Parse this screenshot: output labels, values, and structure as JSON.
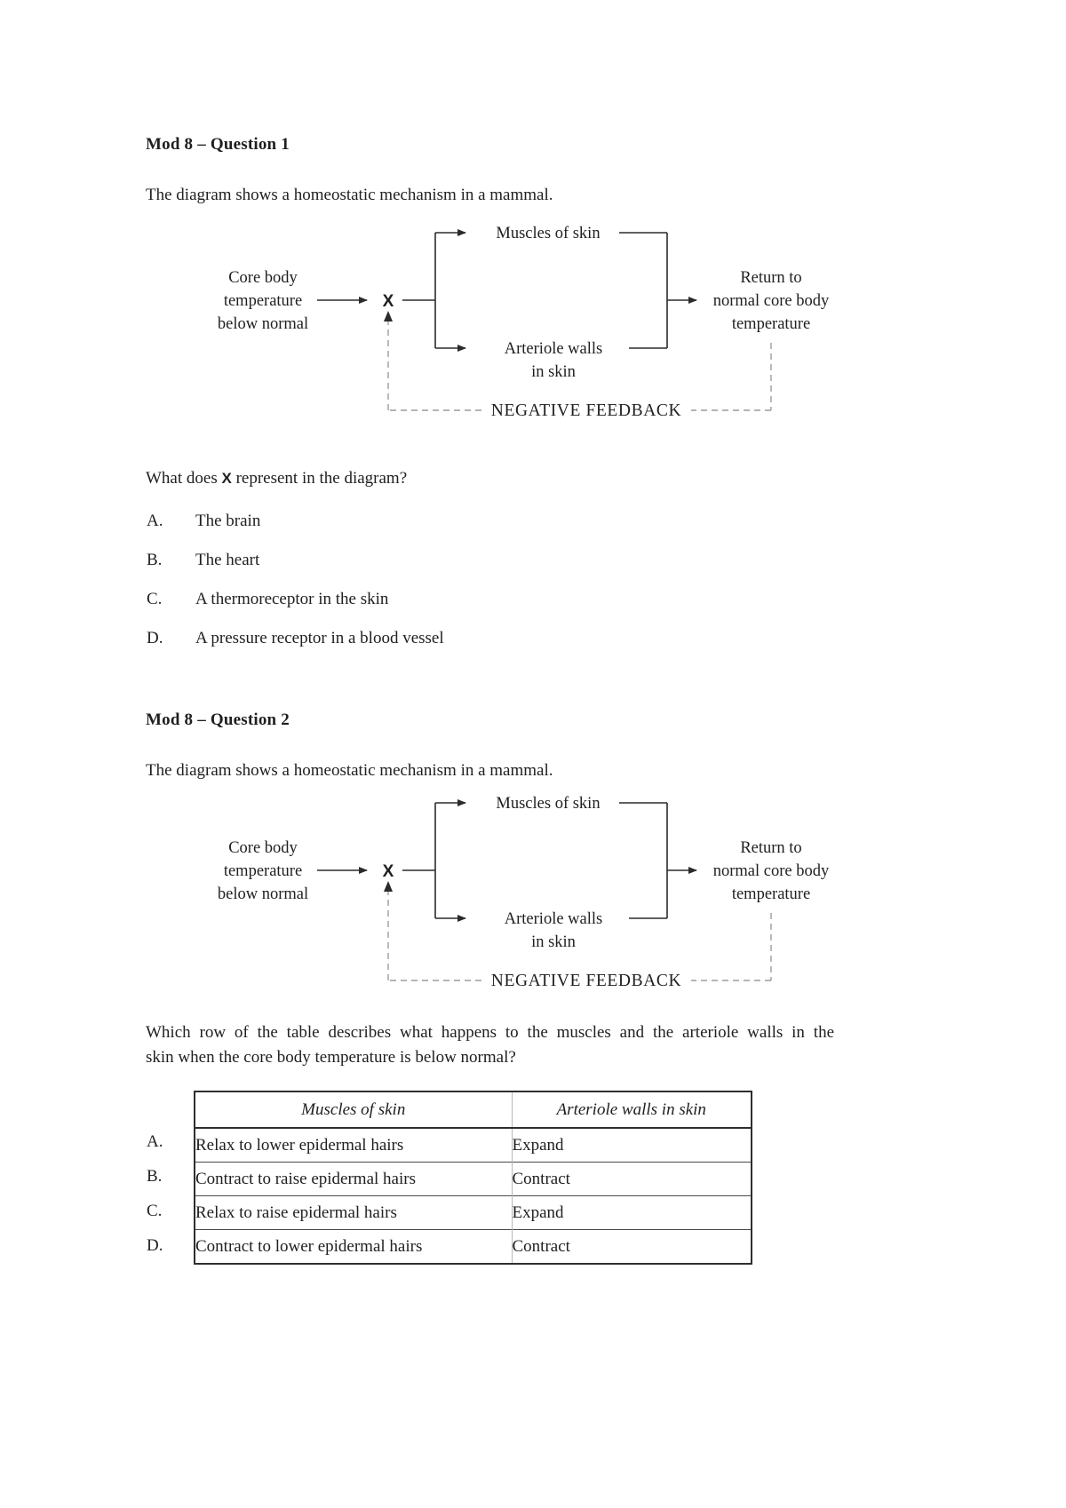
{
  "q1": {
    "heading": "Mod 8 – Question 1",
    "intro": "The diagram shows a homeostatic mechanism in a mammal.",
    "question_pre": "What does ",
    "question_x": "X",
    "question_post": " represent in the diagram?",
    "options": [
      {
        "letter": "A.",
        "text": "The brain"
      },
      {
        "letter": "B.",
        "text": "The heart"
      },
      {
        "letter": "C.",
        "text": "A thermoreceptor in the skin"
      },
      {
        "letter": "D.",
        "text": "A pressure receptor in a blood vessel"
      }
    ]
  },
  "q2": {
    "heading": "Mod 8 – Question 2",
    "intro": "The diagram shows a homeostatic mechanism in a mammal.",
    "question_line1": "Which row of the table describes what happens to the muscles and the arteriole walls in the",
    "question_line2": "skin when the core body temperature is below normal?",
    "table": {
      "headers": [
        "Muscles of skin",
        "Arteriole walls in skin"
      ],
      "rows": [
        {
          "letter": "A.",
          "muscles": "Relax to lower epidermal hairs",
          "arteriole": "Expand"
        },
        {
          "letter": "B.",
          "muscles": "Contract to raise epidermal hairs",
          "arteriole": "Contract"
        },
        {
          "letter": "C.",
          "muscles": "Relax to raise epidermal hairs",
          "arteriole": "Expand"
        },
        {
          "letter": "D.",
          "muscles": "Contract to lower epidermal hairs",
          "arteriole": "Contract"
        }
      ]
    }
  },
  "diagram": {
    "core_line1": "Core body",
    "core_line2": "temperature",
    "core_line3": "below normal",
    "x_label": "X",
    "muscles": "Muscles of skin",
    "arteriole_line1": "Arteriole walls",
    "arteriole_line2": "in skin",
    "return_line1": "Return to",
    "return_line2": "normal core body",
    "return_line3": "temperature",
    "feedback": "NEGATIVE FEEDBACK"
  },
  "colors": {
    "line": "#2b2b2b",
    "dashed": "#9c9c9c",
    "text": "#1f1f1f"
  }
}
